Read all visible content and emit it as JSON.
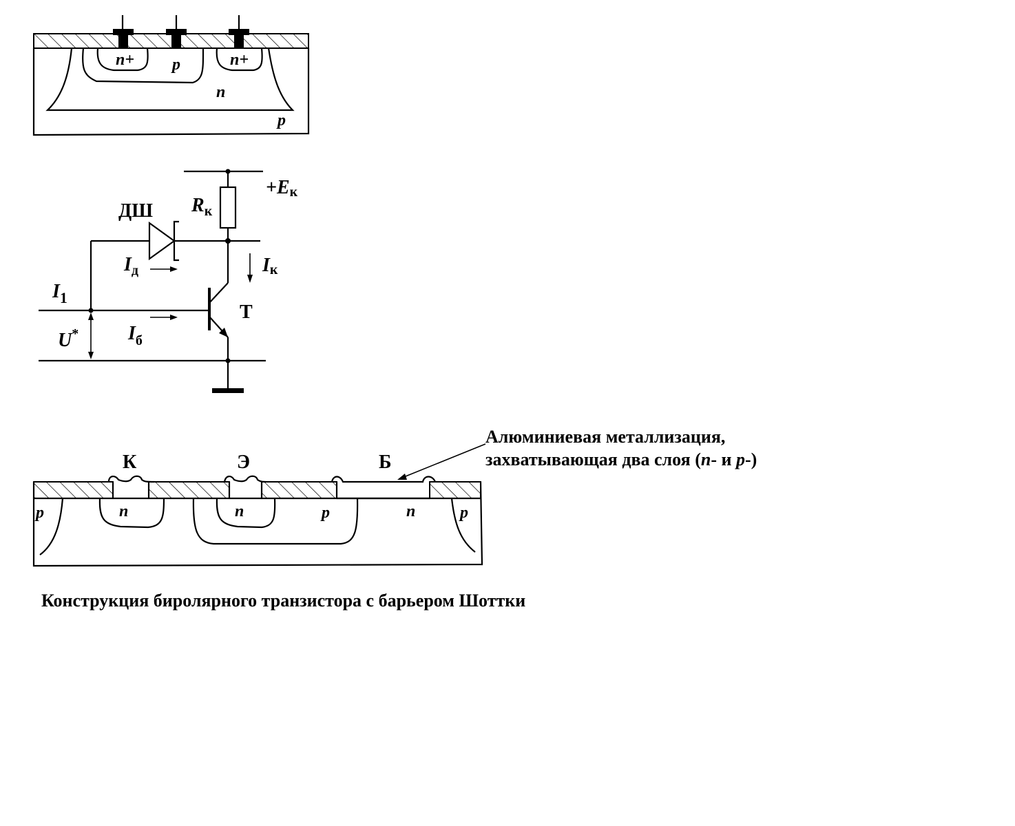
{
  "top_structure": {
    "label_n_plus_left": "n+",
    "label_p_base": "p",
    "label_n_plus_right": "n+",
    "label_n_collector": "n",
    "label_p_substrate": "p"
  },
  "circuit": {
    "resistor_label": "R",
    "resistor_sub": "к",
    "supply_label": "+E",
    "supply_sub": "к",
    "diode_label": "ДШ",
    "diode_current": "I",
    "diode_current_sub": "д",
    "collector_current": "I",
    "collector_current_sub": "к",
    "input_current": "I",
    "input_current_sub": "1",
    "base_current": "I",
    "base_current_sub": "б",
    "voltage_label": "U",
    "voltage_sup": "*",
    "transistor_label": "Т"
  },
  "bottom_structure": {
    "terminal_collector": "К",
    "terminal_emitter": "Э",
    "terminal_base": "Б",
    "annotation_line1": "Алюминиевая металлизация,",
    "annotation_line2_a": "захватывающая два слоя (",
    "annotation_n": "n",
    "annotation_mid": "- и ",
    "annotation_p": "p",
    "annotation_end": "-)",
    "region_p_left": "p",
    "region_n_collector": "n",
    "region_n_emitter": "n",
    "region_p_base": "p",
    "region_n_right": "n",
    "region_p_right": "p"
  },
  "caption": "Конструкция биролярного транзистора с барьером Шоттки"
}
